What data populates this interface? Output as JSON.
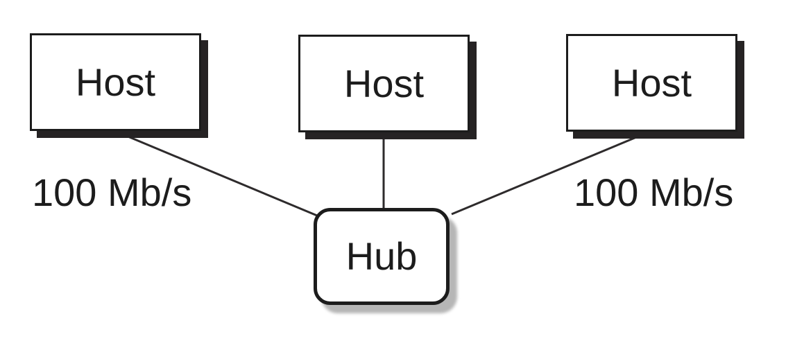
{
  "diagram": {
    "type": "network-topology",
    "nodes": [
      {
        "id": "host-left",
        "label": "Host",
        "shape": "rectangle"
      },
      {
        "id": "host-middle",
        "label": "Host",
        "shape": "rectangle"
      },
      {
        "id": "host-right",
        "label": "Host",
        "shape": "rectangle"
      },
      {
        "id": "hub",
        "label": "Hub",
        "shape": "rounded-rectangle"
      }
    ],
    "edges": [
      {
        "from": "host-left",
        "to": "hub",
        "label": "100 Mb/s"
      },
      {
        "from": "host-middle",
        "to": "hub",
        "label": ""
      },
      {
        "from": "host-right",
        "to": "hub",
        "label": "100 Mb/s"
      }
    ],
    "colors": {
      "background": "#ffffff",
      "box_fill": "#ffffff",
      "box_border": "#1c1c1c",
      "host_shadow": "#262324",
      "hub_shadow": "#b6b6b6",
      "line": "#2e2b2c",
      "text": "#1c1c1c"
    }
  }
}
